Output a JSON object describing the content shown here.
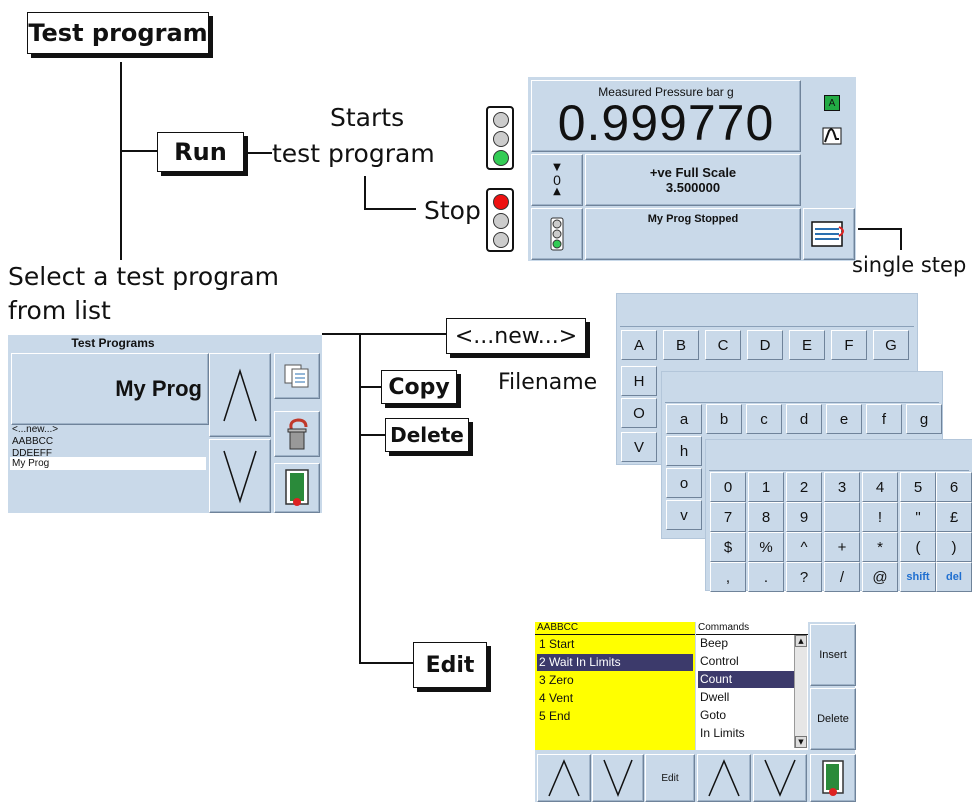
{
  "labels": {
    "test_program": "Test program",
    "run": "Run",
    "starts_line1": "Starts",
    "starts_line2": "test program",
    "stop": "Stop",
    "single_step": "single step",
    "select_line1": "Select a test program",
    "select_line2": "from list",
    "new": "<...new...>",
    "copy": "Copy",
    "delete": "Delete",
    "filename": "Filename",
    "edit": "Edit"
  },
  "pressure_screen": {
    "measured_label": "Measured Pressure   bar g",
    "reading": "0.999770",
    "zero": "0",
    "full_scale_label": "+ve Full Scale",
    "full_scale_value": "3.500000",
    "status": "My Prog Stopped",
    "mode_badge": "A"
  },
  "test_programs": {
    "title": "Test Programs",
    "selected": "My Prog",
    "items": [
      "<...new...>",
      "AABBCC",
      "DDEEFF",
      "My Prog"
    ]
  },
  "keyboard": {
    "upper_row1": [
      "A",
      "B",
      "C",
      "D",
      "E",
      "F",
      "G"
    ],
    "upper_col": [
      "H",
      "O",
      "V"
    ],
    "lower_row1": [
      "a",
      "b",
      "c",
      "d",
      "e",
      "f",
      "g"
    ],
    "lower_col": [
      "h",
      "o",
      "v"
    ],
    "num_row1": [
      "0",
      "1",
      "2",
      "3",
      "4",
      "5",
      "6"
    ],
    "num_row2": [
      "7",
      "8",
      "9",
      "",
      "!",
      "\"",
      "£"
    ],
    "num_row3": [
      "$",
      "%",
      "^",
      "+",
      "*",
      "(",
      ")"
    ],
    "num_row4": [
      ",",
      ".",
      "?",
      "/",
      "@",
      "shift",
      "del"
    ]
  },
  "editor": {
    "program_name": "AABBCC",
    "steps": [
      "1 Start",
      "2 Wait In Limits",
      "3 Zero",
      "4 Vent",
      "5 End"
    ],
    "commands_title": "Commands",
    "commands": [
      "Beep",
      "Control",
      "Count",
      "Dwell",
      "Goto",
      "In Limits"
    ],
    "insert_label": "Insert",
    "delete_label": "Delete",
    "edit_label": "Edit"
  },
  "colors": {
    "screen_bg": "#c9d9e9",
    "highlight": "#3c3a6b",
    "editor_yellow": "#ffff00",
    "lamp_green": "#33cc55",
    "lamp_red": "#ee1111",
    "badge_green": "#22aa44"
  }
}
